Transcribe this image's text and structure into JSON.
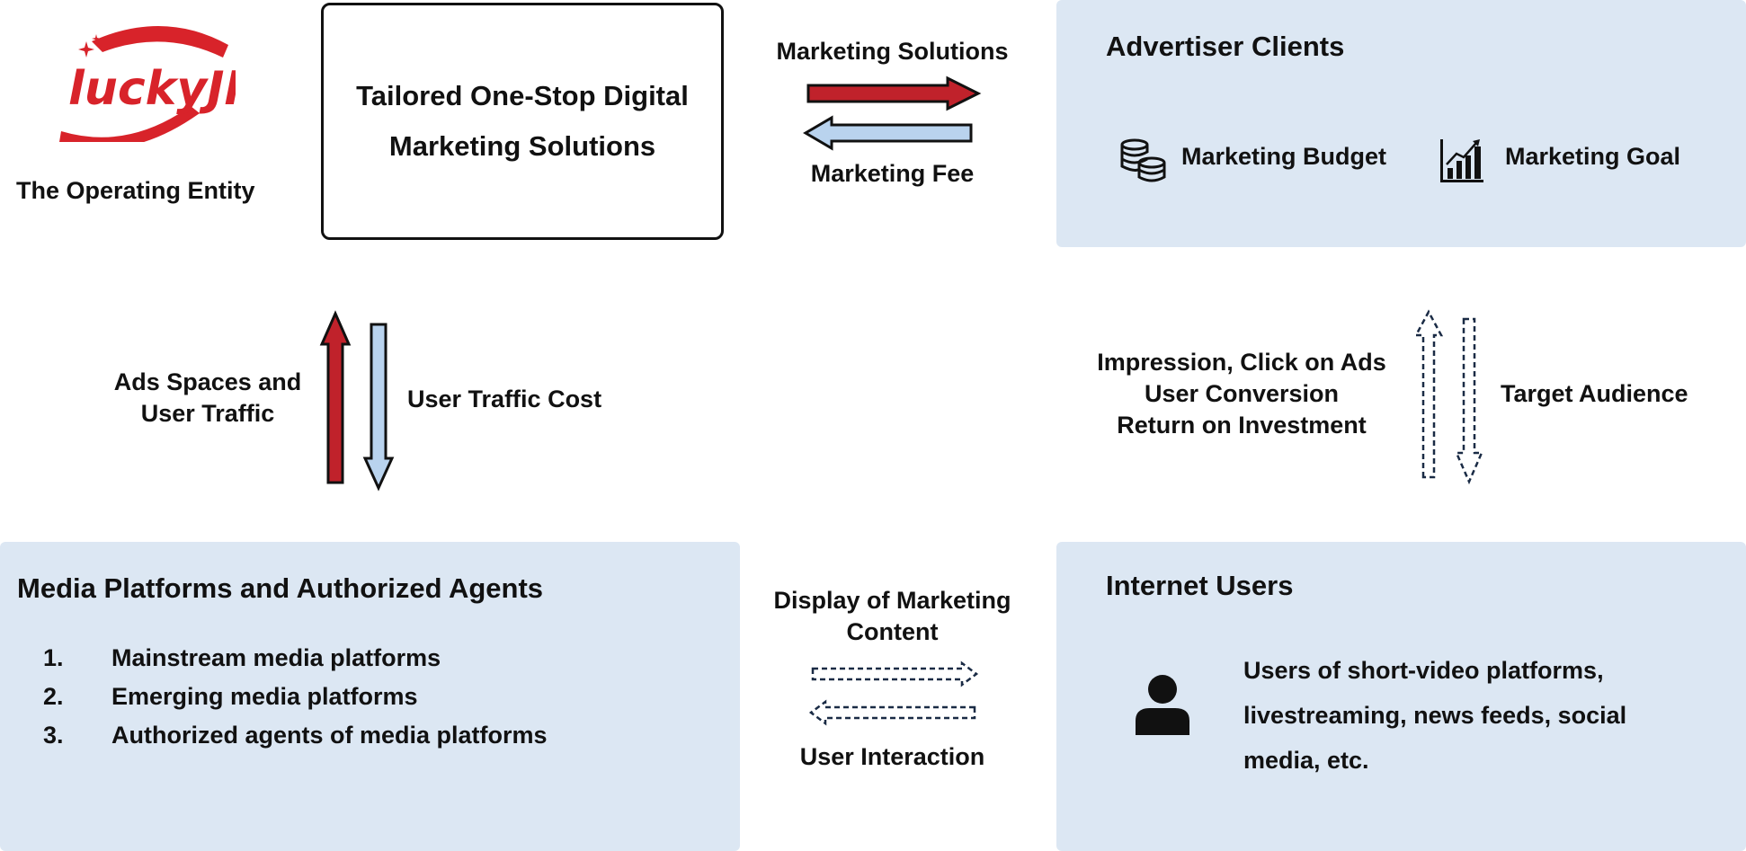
{
  "entity": {
    "logo_text": "luckyJN",
    "name": "The Operating Entity",
    "solution_box": "Tailored One-Stop Digital Marketing Solutions"
  },
  "flows": {
    "marketing_solutions": "Marketing Solutions",
    "marketing_fee": "Marketing Fee",
    "ads_spaces_line1": "Ads Spaces and",
    "ads_spaces_line2": "User Traffic",
    "user_traffic_cost": "User Traffic Cost",
    "impression_line1": "Impression, Click on Ads",
    "impression_line2": "User Conversion",
    "impression_line3": "Return on Investment",
    "target_audience": "Target Audience",
    "display_line1": "Display of Marketing",
    "display_line2": "Content",
    "user_interaction": "User Interaction"
  },
  "advertiser": {
    "title": "Advertiser Clients",
    "budget": "Marketing Budget",
    "budget_icon": "coins-icon",
    "goal": "Marketing Goal",
    "goal_icon": "bar-chart-icon"
  },
  "media": {
    "title": "Media Platforms and Authorized Agents",
    "items": [
      {
        "num": "1.",
        "text": "Mainstream media platforms"
      },
      {
        "num": "2.",
        "text": "Emerging media platforms"
      },
      {
        "num": "3.",
        "text": "Authorized agents of media platforms"
      }
    ]
  },
  "users": {
    "title": "Internet Users",
    "icon": "person-icon",
    "line1": "Users of short-video platforms,",
    "line2": "livestreaming, news feeds, social",
    "line3": "media, etc."
  },
  "colors": {
    "panel": "#dce7f3",
    "red_arrow": "#c0222b",
    "blue_arrow": "#b9d3ee",
    "logo_red": "#d8232a",
    "dashed": "#1a2b45"
  }
}
